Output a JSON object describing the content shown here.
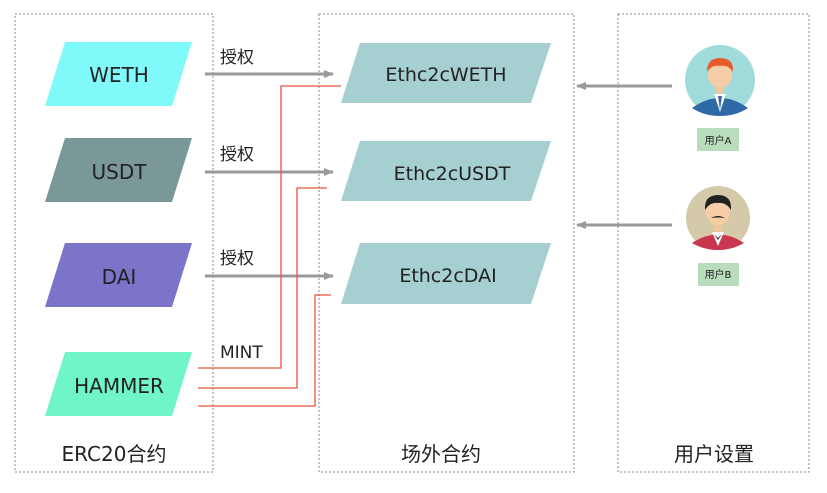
{
  "columns": {
    "erc20": "ERC20合约",
    "otc": "场外合约",
    "users": "用户设置"
  },
  "tokens": [
    {
      "name": "WETH",
      "color": "#7ff9f9"
    },
    {
      "name": "USDT",
      "color": "#7a9898"
    },
    {
      "name": "DAI",
      "color": "#7b74c9"
    },
    {
      "name": "HAMMER",
      "color": "#6ff5c8"
    }
  ],
  "contracts": [
    {
      "name": "Ethc2cWETH",
      "color": "#a5cfd0"
    },
    {
      "name": "Ethc2cUSDT",
      "color": "#a5cfd0"
    },
    {
      "name": "Ethc2cDAI",
      "color": "#a5cfd0"
    }
  ],
  "arrows": {
    "approve": "授权",
    "mint": "MINT"
  },
  "users": [
    {
      "label": "用户A",
      "badge_color": "#b9dcbc"
    },
    {
      "label": "用户B",
      "badge_color": "#b9dcbc"
    }
  ],
  "colors": {
    "arrow": "#999999",
    "mint_line": "#e8533a",
    "border": "#888888"
  }
}
